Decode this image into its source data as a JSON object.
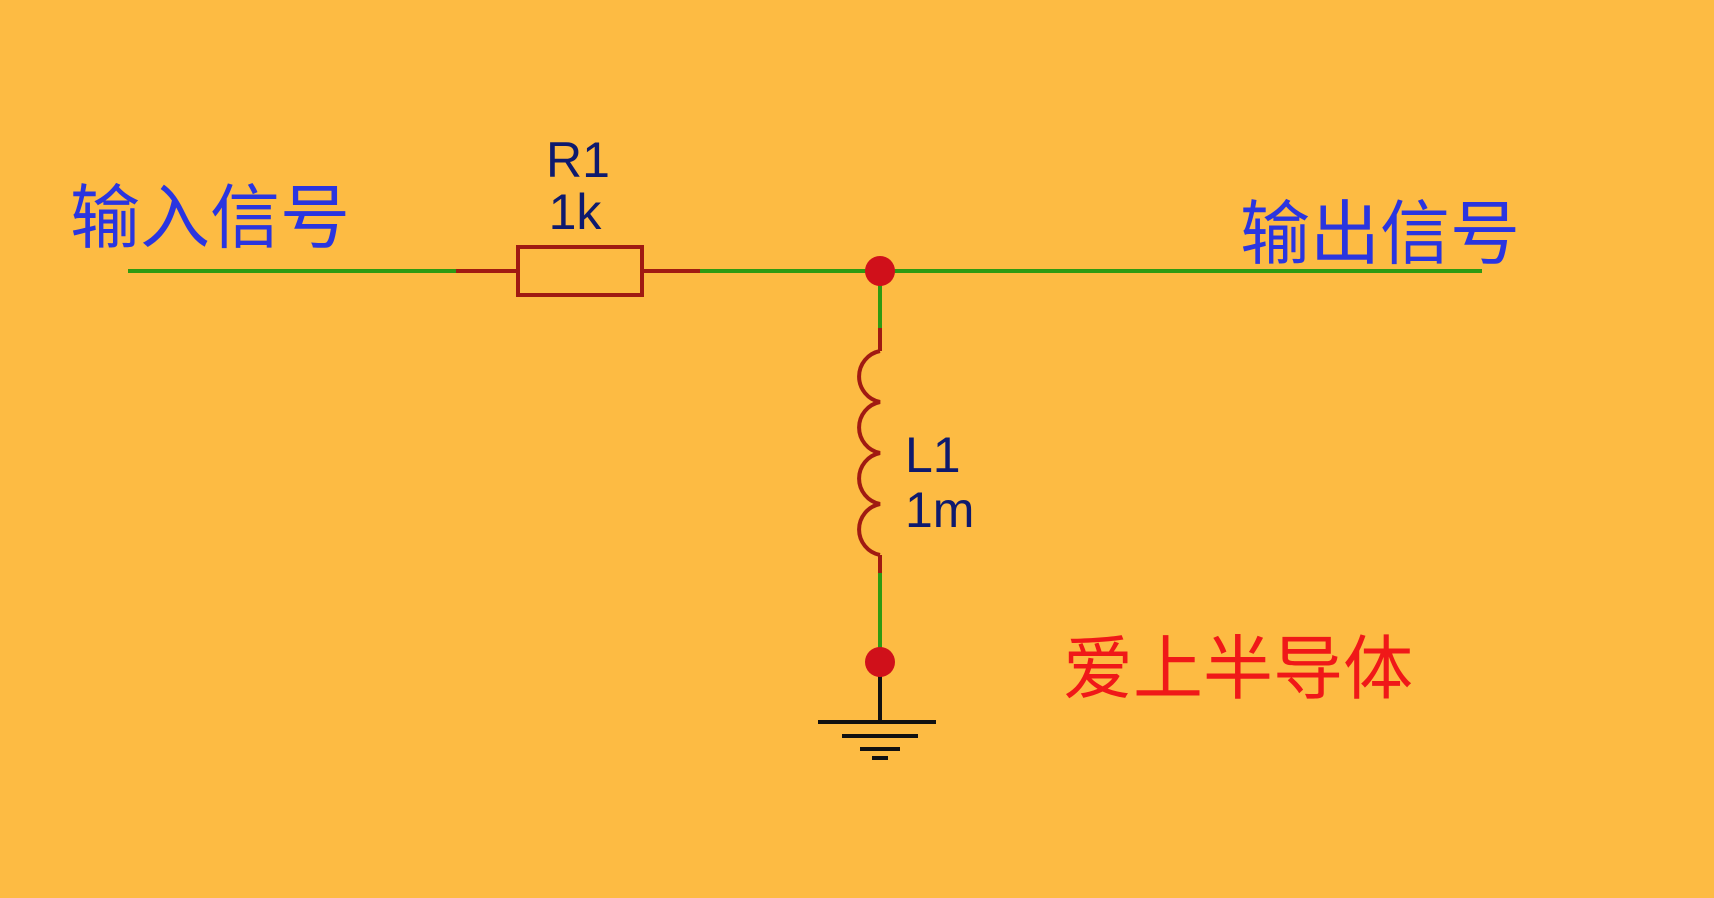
{
  "colors": {
    "background": "#FDBB43",
    "wire": "#2E9A12",
    "component": "#A01A12",
    "node": "#D0101A",
    "ground": "#111111",
    "signal_label": "#2A35E0",
    "component_label": "#0E1A6E",
    "watermark": "#F01818"
  },
  "labels": {
    "input_signal": "输入信号",
    "output_signal": "输出信号",
    "watermark": "爱上半导体"
  },
  "components": {
    "resistor": {
      "designator": "R1",
      "value": "1k",
      "icon": "resistor-symbol"
    },
    "inductor": {
      "designator": "L1",
      "value": "1m",
      "icon": "inductor-symbol"
    },
    "ground": {
      "icon": "ground-symbol"
    }
  }
}
